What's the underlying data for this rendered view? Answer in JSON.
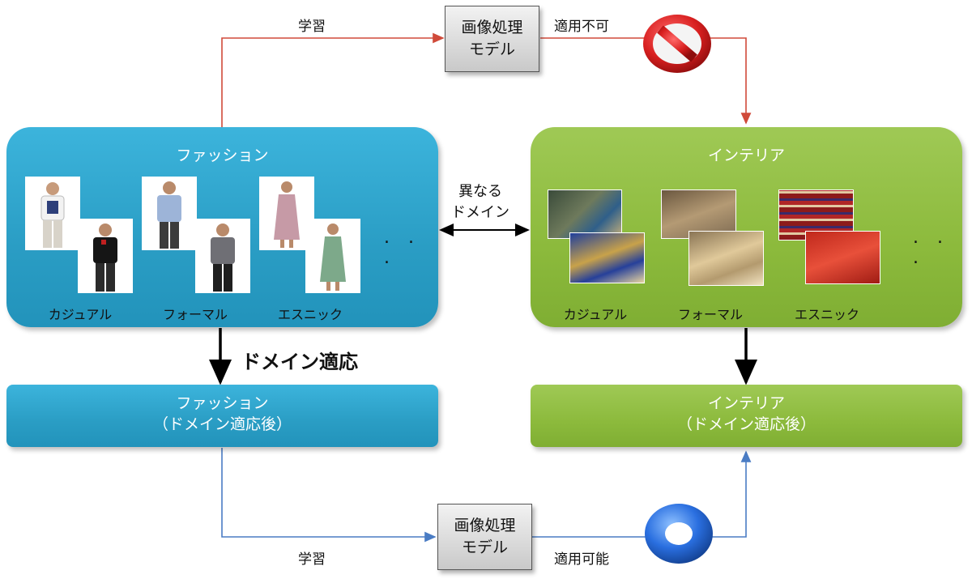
{
  "fashion_panel": {
    "title": "ファッション",
    "categories": [
      "カジュアル",
      "フォーマル",
      "エスニック"
    ],
    "ellipsis": ". . ."
  },
  "interior_panel": {
    "title": "インテリア",
    "categories": [
      "カジュアル",
      "フォーマル",
      "エスニック"
    ],
    "ellipsis": ". . ."
  },
  "different_domain": {
    "line1": "異なる",
    "line2": "ドメイン"
  },
  "domain_adaptation_label": "ドメイン適応",
  "fashion_adapted": {
    "line1": "ファッション",
    "line2": "（ドメイン適応後）"
  },
  "interior_adapted": {
    "line1": "インテリア",
    "line2": "（ドメイン適応後）"
  },
  "top_flow": {
    "learn_label": "学習",
    "model_line1": "画像処理",
    "model_line2": "モデル",
    "result_label": "適用不可",
    "result_icon": "prohibited-icon",
    "color": "#d04a3a"
  },
  "bottom_flow": {
    "learn_label": "学習",
    "model_line1": "画像処理",
    "model_line2": "モデル",
    "result_label": "適用可能",
    "result_icon": "ring-ok-icon",
    "color": "#4a7cc4"
  },
  "colors": {
    "fashion": "#2ea3cb",
    "interior": "#8cba3c"
  }
}
